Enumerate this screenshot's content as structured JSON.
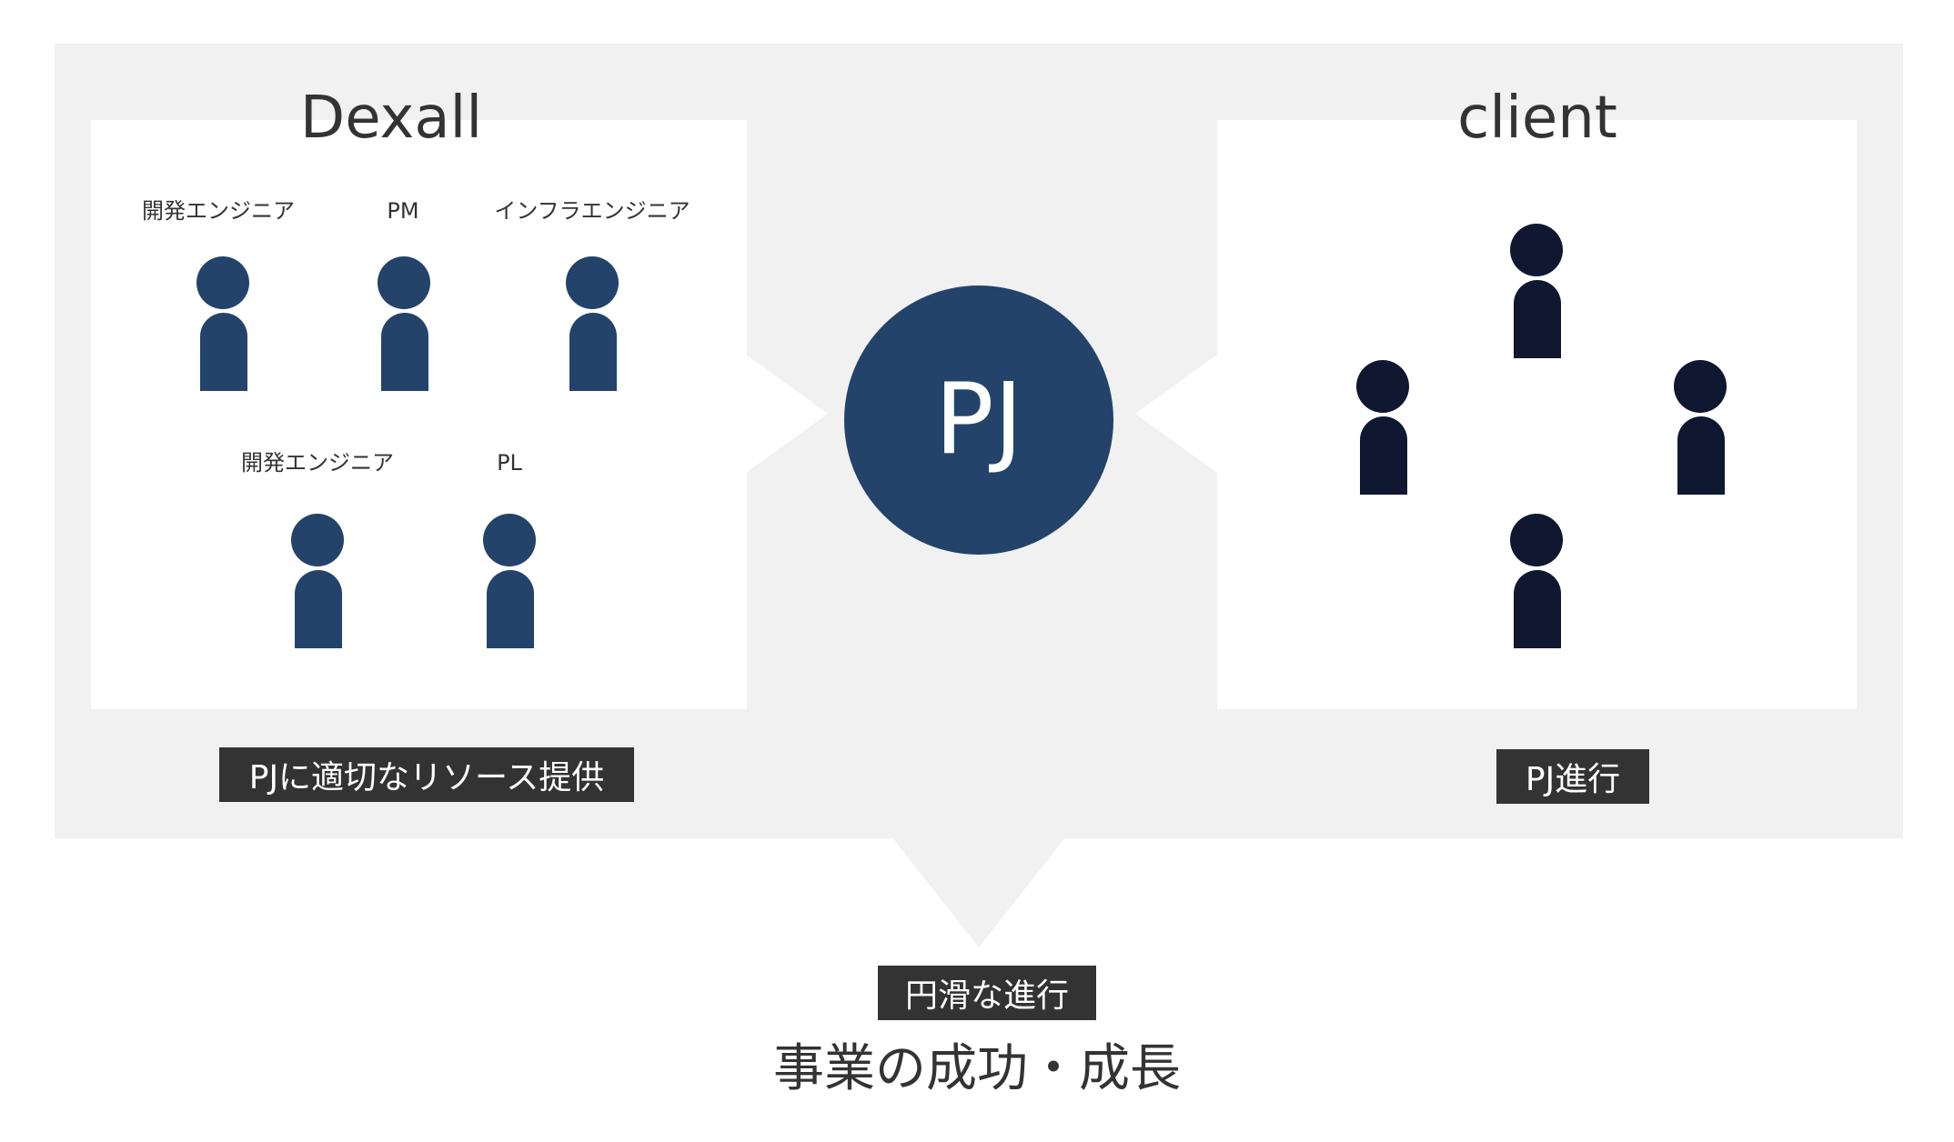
{
  "dexall": {
    "title": "Dexall",
    "roles": [
      "開発エンジニア",
      "PM",
      "インフラエンジニア",
      "開発エンジニア",
      "PL"
    ]
  },
  "client": {
    "title": "client"
  },
  "center": {
    "label": "PJ"
  },
  "labels": {
    "dexall_contribution": "PJに適切なリソース提供",
    "client_contribution": "PJ進行",
    "smooth_progress": "円滑な進行"
  },
  "result": "事業の成功・成長",
  "colors": {
    "panel_background": "#f1f1f1",
    "dexall_person": "#23436a",
    "client_person": "#0f1830",
    "pj_circle": "#23436a",
    "label_box": "#333333"
  },
  "icons": {
    "person": "person-icon"
  }
}
